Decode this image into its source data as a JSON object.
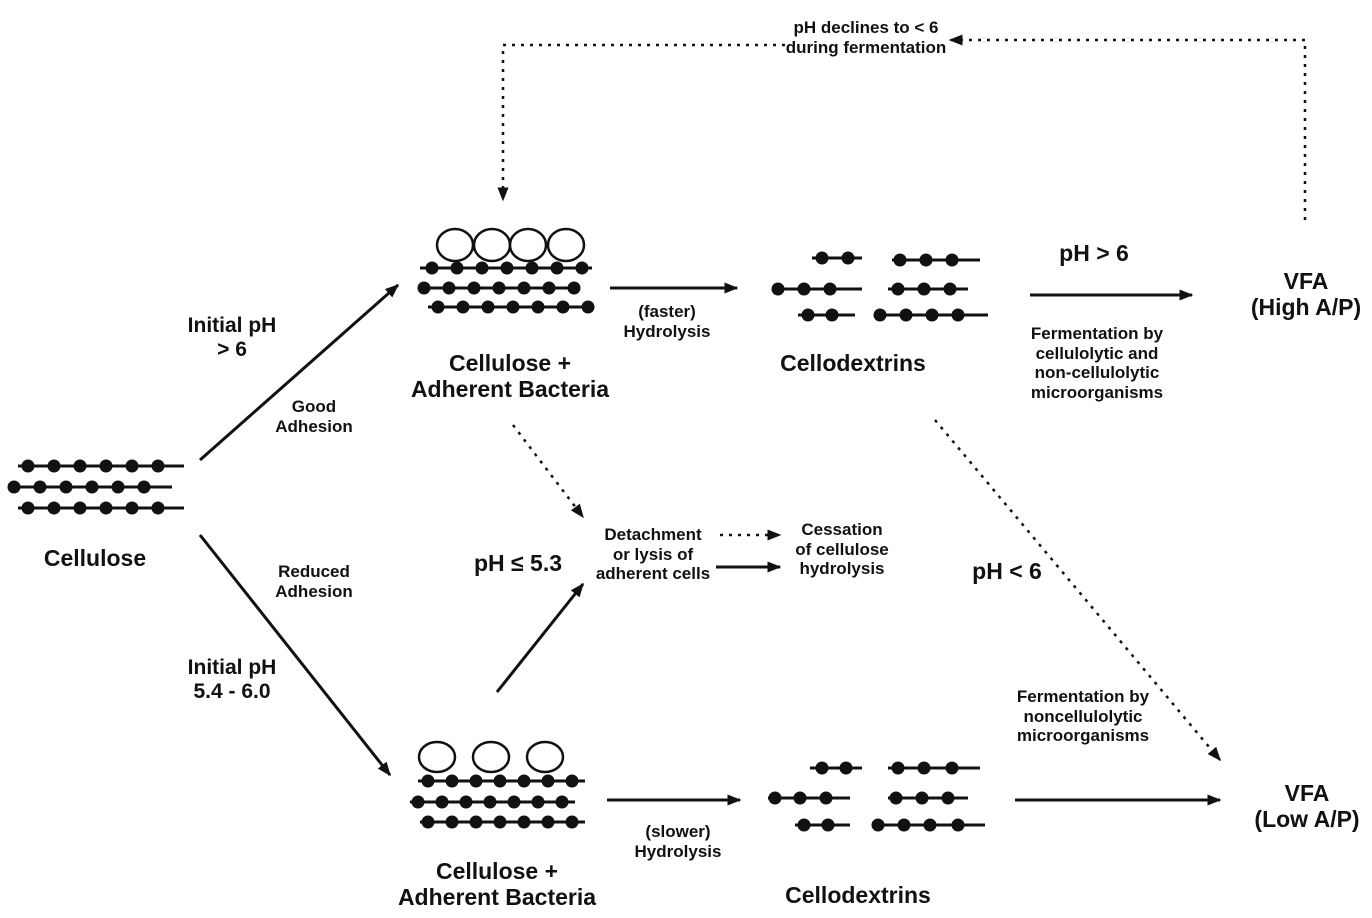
{
  "labels": {
    "ph_declines_1": "pH declines  to < 6",
    "ph_declines_2": "during fermentation",
    "initial_ph_high_1": "Initial pH",
    "initial_ph_high_2": "> 6",
    "good_adhesion_1": "Good",
    "good_adhesion_2": "Adhesion",
    "reduced_adhesion_1": "Reduced",
    "reduced_adhesion_2": "Adhesion",
    "initial_ph_low_1": "Initial pH",
    "initial_ph_low_2": "5.4 - 6.0",
    "cellulose": "Cellulose",
    "top_complex_1": "Cellulose +",
    "top_complex_2": "Adherent Bacteria",
    "bottom_complex_1": "Cellulose +",
    "bottom_complex_2": "Adherent Bacteria",
    "faster_1": "(faster)",
    "faster_2": "Hydrolysis",
    "slower_1": "(slower)",
    "slower_2": "Hydrolysis",
    "cellodextrins_top": "Cellodextrins",
    "cellodextrins_bottom": "Cellodextrins",
    "ph_gt6": "pH > 6",
    "ferm_top_1": "Fermentation by",
    "ferm_top_2": "cellulolytic and",
    "ferm_top_3": "non-cellulolytic",
    "ferm_top_4": "microorganisms",
    "vfa_high_1": "VFA",
    "vfa_high_2": "(High A/P)",
    "ph_le53": "pH ≤ 5.3",
    "detach_1": "Detachment",
    "detach_2": "or lysis of",
    "detach_3": "adherent cells",
    "cessation_1": "Cessation",
    "cessation_2": "of cellulose",
    "cessation_3": "hydrolysis",
    "ph_lt6": "pH < 6",
    "ferm_bottom_1": "Fermentation by",
    "ferm_bottom_2": "noncellulolytic",
    "ferm_bottom_3": "microorganisms",
    "vfa_low_1": "VFA",
    "vfa_low_2": "(Low A/P)"
  },
  "colors": {
    "ink": "#111111",
    "background": "#ffffff"
  }
}
